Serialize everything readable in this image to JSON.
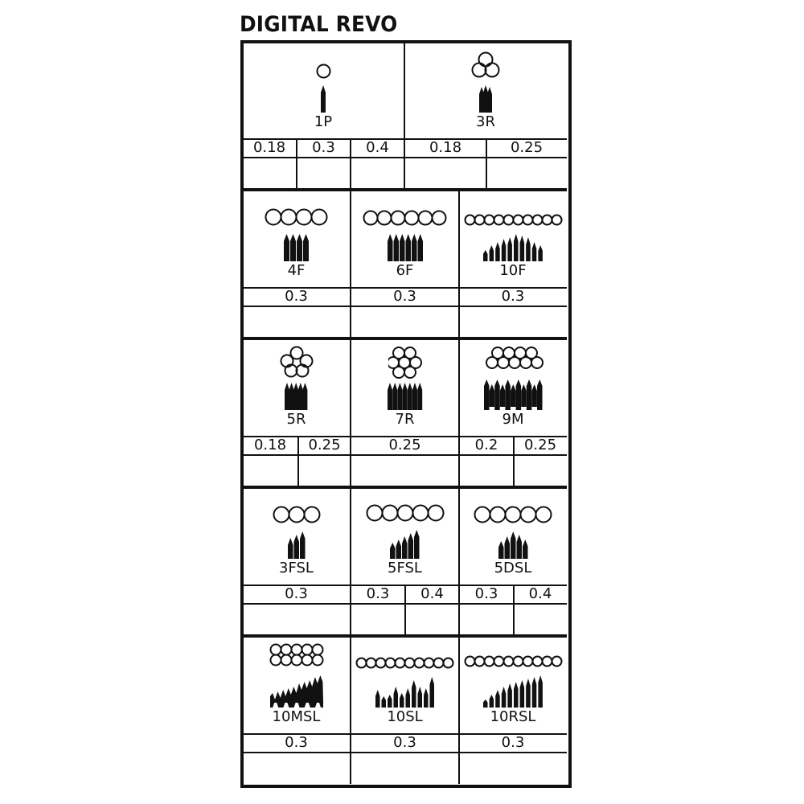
{
  "title": "DIGITAL REVO",
  "colors": {
    "ink": "#111111",
    "background": "#ffffff"
  },
  "rows": [
    {
      "cells": [
        {
          "name": "1P",
          "circles_icon": "single-circle",
          "needles_icon": "single-needle",
          "values": [
            "0.18",
            "0.3",
            "0.4"
          ]
        },
        {
          "name": "3R",
          "circles_icon": "round-3-cluster",
          "needles_icon": "3-needle-bundle",
          "values": [
            "0.18",
            "0.25"
          ]
        }
      ]
    },
    {
      "cells": [
        {
          "name": "4F",
          "circles_icon": "flat-4-row",
          "needles_icon": "4-needle-flat",
          "values": [
            "0.3"
          ]
        },
        {
          "name": "6F",
          "circles_icon": "flat-6-row",
          "needles_icon": "6-needle-flat",
          "values": [
            "0.3"
          ]
        },
        {
          "name": "10F",
          "circles_icon": "flat-10-row",
          "needles_icon": "10-needle-arched",
          "values": [
            "0.3"
          ]
        }
      ]
    },
    {
      "cells": [
        {
          "name": "5R",
          "circles_icon": "round-5-cluster",
          "needles_icon": "5-needle-bundle",
          "values": [
            "0.18",
            "0.25"
          ]
        },
        {
          "name": "7R",
          "circles_icon": "round-7-cluster",
          "needles_icon": "7-needle-bundle",
          "values": [
            "0.25"
          ]
        },
        {
          "name": "9M",
          "circles_icon": "magnum-9-double-row",
          "needles_icon": "9-needle-magnum",
          "values": [
            "0.2",
            "0.25"
          ]
        }
      ]
    },
    {
      "cells": [
        {
          "name": "3FSL",
          "circles_icon": "flat-3-row",
          "needles_icon": "3-needle-stepped",
          "values": [
            "0.3"
          ]
        },
        {
          "name": "5FSL",
          "circles_icon": "flat-5-row",
          "needles_icon": "5-needle-stepped",
          "values": [
            "0.3",
            "0.4"
          ]
        },
        {
          "name": "5DSL",
          "circles_icon": "flat-5-row",
          "needles_icon": "5-needle-domed",
          "values": [
            "0.3",
            "0.4"
          ]
        }
      ]
    },
    {
      "cells": [
        {
          "name": "10MSL",
          "circles_icon": "magnum-10-double-row",
          "needles_icon": "10-needle-magnum-stepped",
          "values": [
            "0.3"
          ]
        },
        {
          "name": "10SL",
          "circles_icon": "flat-10-row",
          "needles_icon": "10-needle-staggered",
          "values": [
            "0.3"
          ]
        },
        {
          "name": "10RSL",
          "circles_icon": "flat-10-row",
          "needles_icon": "10-needle-rising",
          "values": [
            "0.3"
          ]
        }
      ]
    }
  ]
}
